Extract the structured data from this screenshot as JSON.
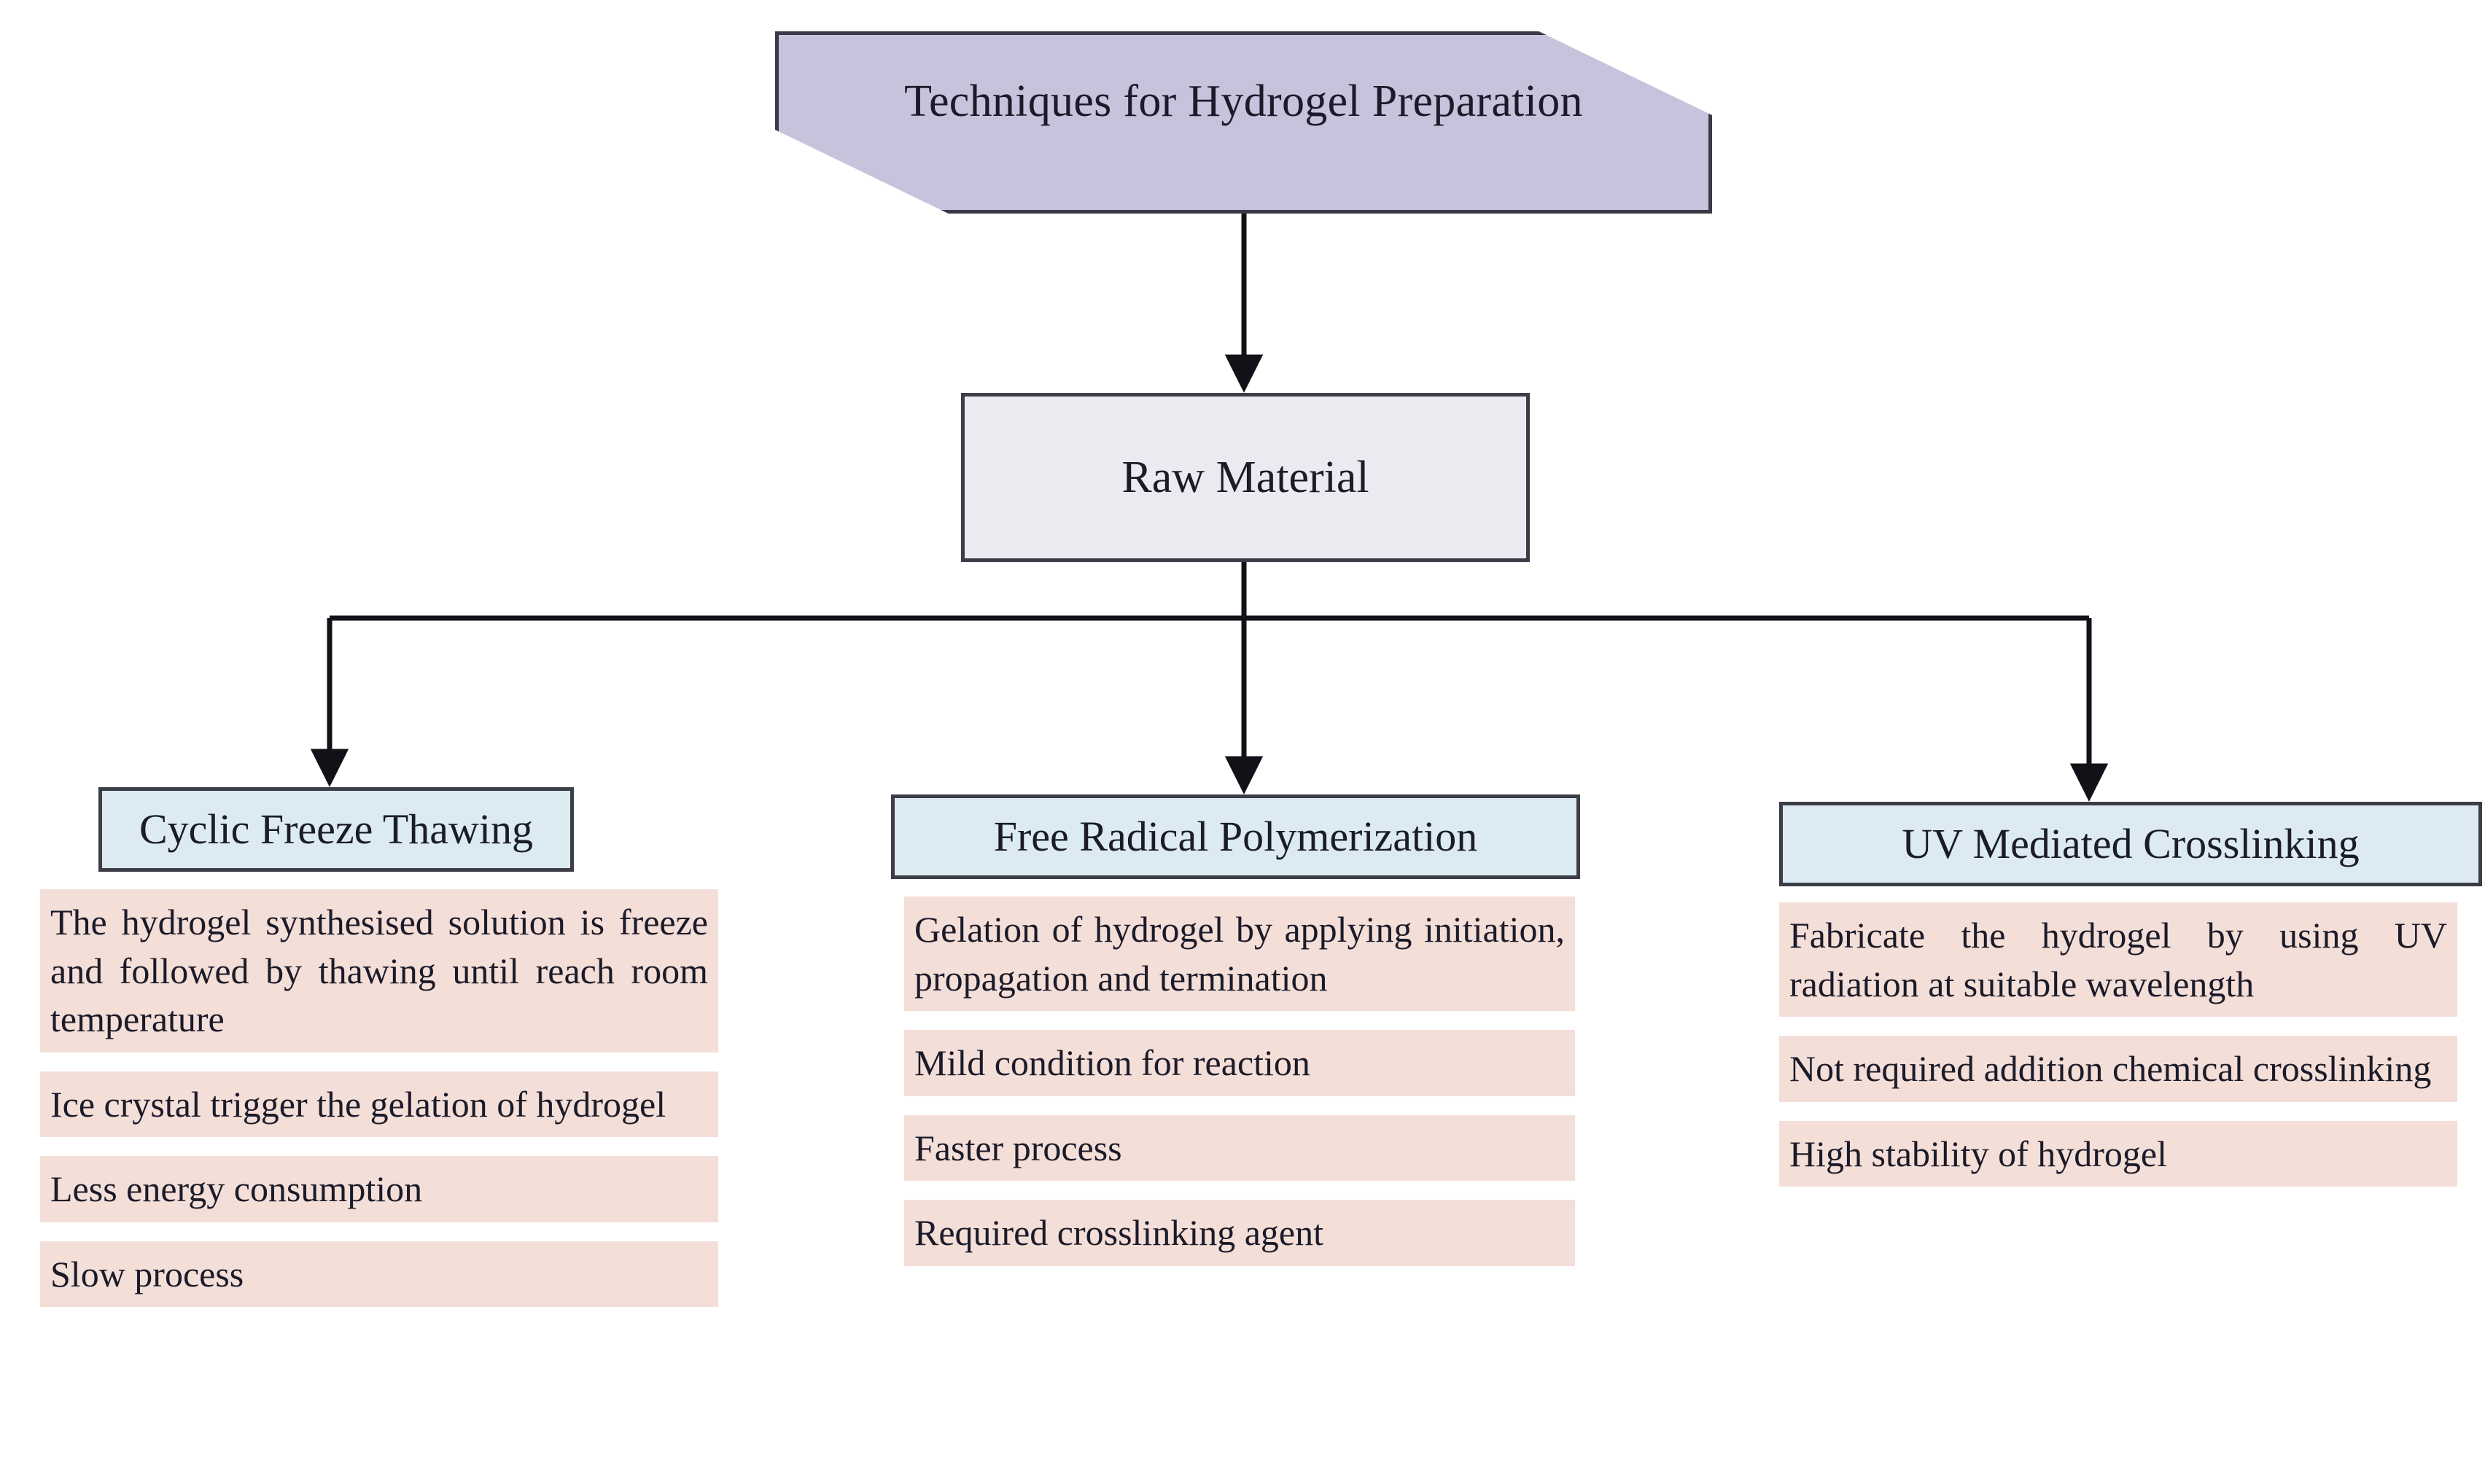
{
  "diagram": {
    "title_node": {
      "label": "Techniques for Hydrogel Preparation",
      "shape": "pentagon",
      "fill": "#c9c2dc",
      "stroke": "#3a3a46"
    },
    "raw_material_node": {
      "label": "Raw Material",
      "shape": "rectangle",
      "fill": "#eceaf1",
      "stroke": "#3d3d49"
    },
    "branch_columns": [
      {
        "header": "Cyclic Freeze Thawing",
        "header_fill": "#dbebf1",
        "item_fill": "#f4ded8",
        "items": [
          "The hydrogel synthesised solution is freeze and followed by thawing until reach room temperature",
          " Ice crystal trigger the gelation of hydrogel",
          "Less energy consumption",
          "Slow process"
        ]
      },
      {
        "header": "Free Radical Polymerization",
        "header_fill": "#dbebf1",
        "item_fill": "#f4ded8",
        "items": [
          "Gelation of hydrogel by applying initiation, propagation and termination",
          "Mild condition for reaction",
          "Faster process",
          "Required crosslinking agent"
        ]
      },
      {
        "header": "UV Mediated Crosslinking",
        "header_fill": "#dbebf1",
        "item_fill": "#f4ded8",
        "items": [
          "Fabricate the hydrogel by using UV radiation at suitable wavelength",
          "Not required addition chemical crosslinking",
          "High stability of hydrogel"
        ]
      }
    ],
    "connectors": {
      "stroke": "#111118",
      "description": "Title node connects down to Raw Material; Raw Material connects down to a horizontal bus that splits into three arrows feeding each branch header."
    }
  }
}
